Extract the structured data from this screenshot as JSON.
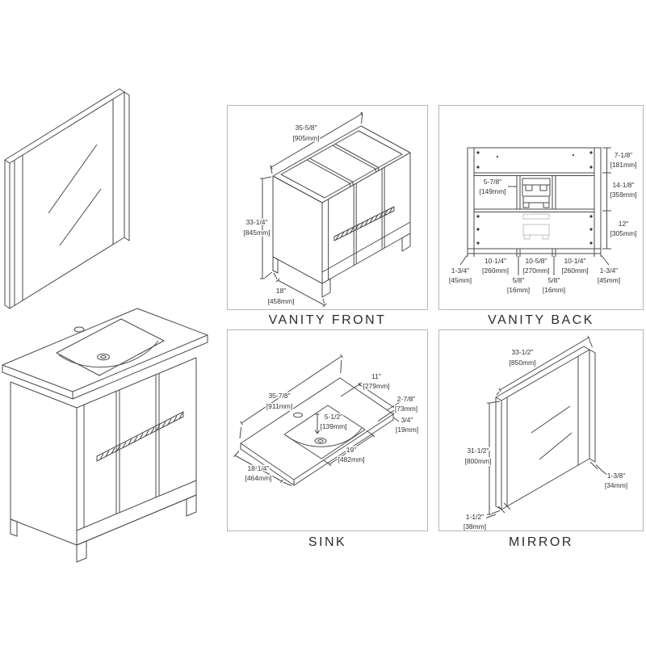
{
  "titles": {
    "vanity_front": "VANITY FRONT",
    "vanity_back": "VANITY BACK",
    "sink": "SINK",
    "mirror": "MIRROR"
  },
  "vanity_front": {
    "width_in": "35-5/8\"",
    "width_mm": "[905mm]",
    "height_in": "33-1/4\"",
    "height_mm": "[845mm]",
    "depth_in": "18\"",
    "depth_mm": "[458mm]"
  },
  "vanity_back": {
    "top_in": "7-1/8\"",
    "top_mm": "[181mm]",
    "middle_in": "14-1/8\"",
    "middle_mm": "[359mm]",
    "bottom_in": "12\"",
    "bottom_mm": "[305mm]",
    "offset_in": "5-7/8\"",
    "offset_mm": "[149mm]",
    "edge_l_in": "1-3/4\"",
    "edge_l_mm": "[45mm]",
    "bay_l_in": "10-1/4\"",
    "bay_l_mm": "[260mm]",
    "div_l_in": "5/8\"",
    "div_l_mm": "[16mm]",
    "bay_c_in": "10-5/8\"",
    "bay_c_mm": "[270mm]",
    "div_r_in": "5/8\"",
    "div_r_mm": "[16mm]",
    "bay_r_in": "10-1/4\"",
    "bay_r_mm": "[260mm]",
    "edge_r_in": "1-3/4\"",
    "edge_r_mm": "[45mm]"
  },
  "sink": {
    "width_in": "35-7/8\"",
    "width_mm": "[911mm]",
    "basin_depth_in": "11\"",
    "basin_depth_mm": "[279mm]",
    "deck_in": "2-7/8\"",
    "deck_mm": "[73mm]",
    "thickness_in": "3/4\"",
    "thickness_mm": "[19mm]",
    "bowl_depth_in": "5-1/2\"",
    "bowl_depth_mm": "[139mm]",
    "basin_width_in": "19\"",
    "basin_width_mm": "[482mm]",
    "depth_in": "18-1/4\"",
    "depth_mm": "[464mm]"
  },
  "mirror": {
    "width_in": "33-1/2\"",
    "width_mm": "[850mm]",
    "height_in": "31-1/2\"",
    "height_mm": "[800mm]",
    "thickness_in": "1-3/8\"",
    "thickness_mm": "[34mm]",
    "frame_in": "1-1/2\"",
    "frame_mm": "[38mm]"
  },
  "colors": {
    "line": "#4a4a4a",
    "ghost_line": "#c2c2c2",
    "panel_border": "#b6b6b6",
    "dimension_text": "#333333",
    "title_text": "#2c2c2c",
    "background": "#ffffff"
  }
}
